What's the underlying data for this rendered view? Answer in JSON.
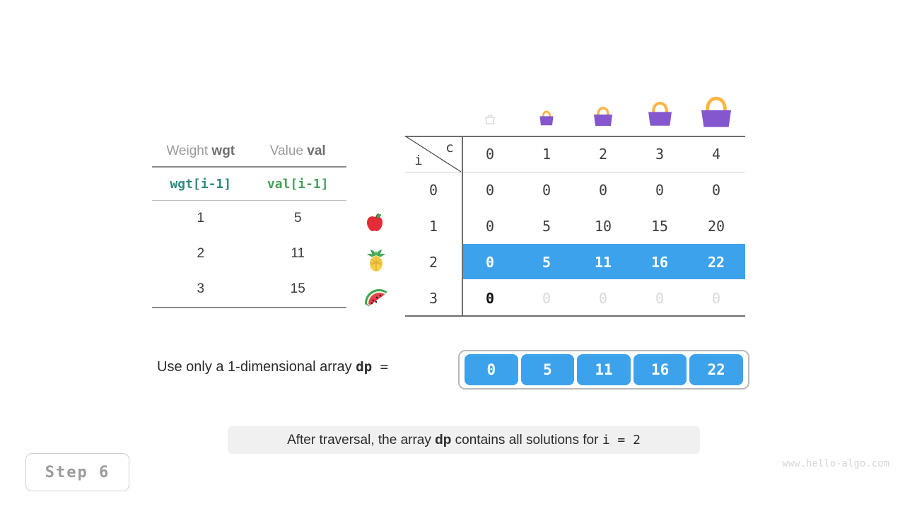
{
  "weight_value_table": {
    "headers": [
      {
        "plain": "Weight ",
        "bold": "wgt"
      },
      {
        "plain": "Value ",
        "bold": "val"
      }
    ],
    "code_row": [
      "wgt[i-1]",
      "val[i-1]"
    ],
    "rows": [
      {
        "weight": "1",
        "value": "5",
        "fruit": "apple-icon"
      },
      {
        "weight": "2",
        "value": "11",
        "fruit": "pineapple-icon"
      },
      {
        "weight": "3",
        "value": "15",
        "fruit": "watermelon-icon"
      }
    ]
  },
  "dp_table": {
    "corner_row_label": "i",
    "corner_col_label": "c",
    "column_headers": [
      "0",
      "1",
      "2",
      "3",
      "4"
    ],
    "row_headers": [
      "0",
      "1",
      "2",
      "3"
    ],
    "bag_icons": [
      "bag-empty-icon",
      "bag-size-1-icon",
      "bag-size-2-icon",
      "bag-size-3-icon",
      "bag-size-4-icon"
    ],
    "rows": [
      {
        "header": "0",
        "values": [
          "0",
          "0",
          "0",
          "0",
          "0"
        ],
        "style": [
          "normal",
          "normal",
          "normal",
          "normal",
          "normal"
        ]
      },
      {
        "header": "1",
        "values": [
          "0",
          "5",
          "10",
          "15",
          "20"
        ],
        "style": [
          "normal",
          "normal",
          "normal",
          "normal",
          "normal"
        ]
      },
      {
        "header": "2",
        "values": [
          "0",
          "5",
          "11",
          "16",
          "22"
        ],
        "style": [
          "highlight",
          "highlight",
          "highlight",
          "highlight",
          "highlight"
        ]
      },
      {
        "header": "3",
        "values": [
          "0",
          "0",
          "0",
          "0",
          "0"
        ],
        "style": [
          "boldblack",
          "faded",
          "faded",
          "faded",
          "faded"
        ]
      }
    ],
    "highlight_row_index": 2
  },
  "dp_1d": {
    "label_plain_1": "Use only a 1-dimensional array  ",
    "label_bold": "dp",
    "label_plain_2": "  =",
    "values": [
      "0",
      "5",
      "11",
      "16",
      "22"
    ]
  },
  "caption": {
    "part1": "After traversal, the array ",
    "bold": "dp",
    "part2": " contains all solutions for ",
    "mono": "i = 2"
  },
  "step_badge": {
    "label": "Step 6"
  },
  "watermark": {
    "text": "www.hello-algo.com"
  },
  "colors": {
    "highlight_blue": "#3DA2EC",
    "bag_body": "#8557CE",
    "bag_handle": "#FFB340",
    "teal_code": "#2E8A80",
    "green_code": "#4A9E5C",
    "faded_grey": "#d8d8d8"
  }
}
